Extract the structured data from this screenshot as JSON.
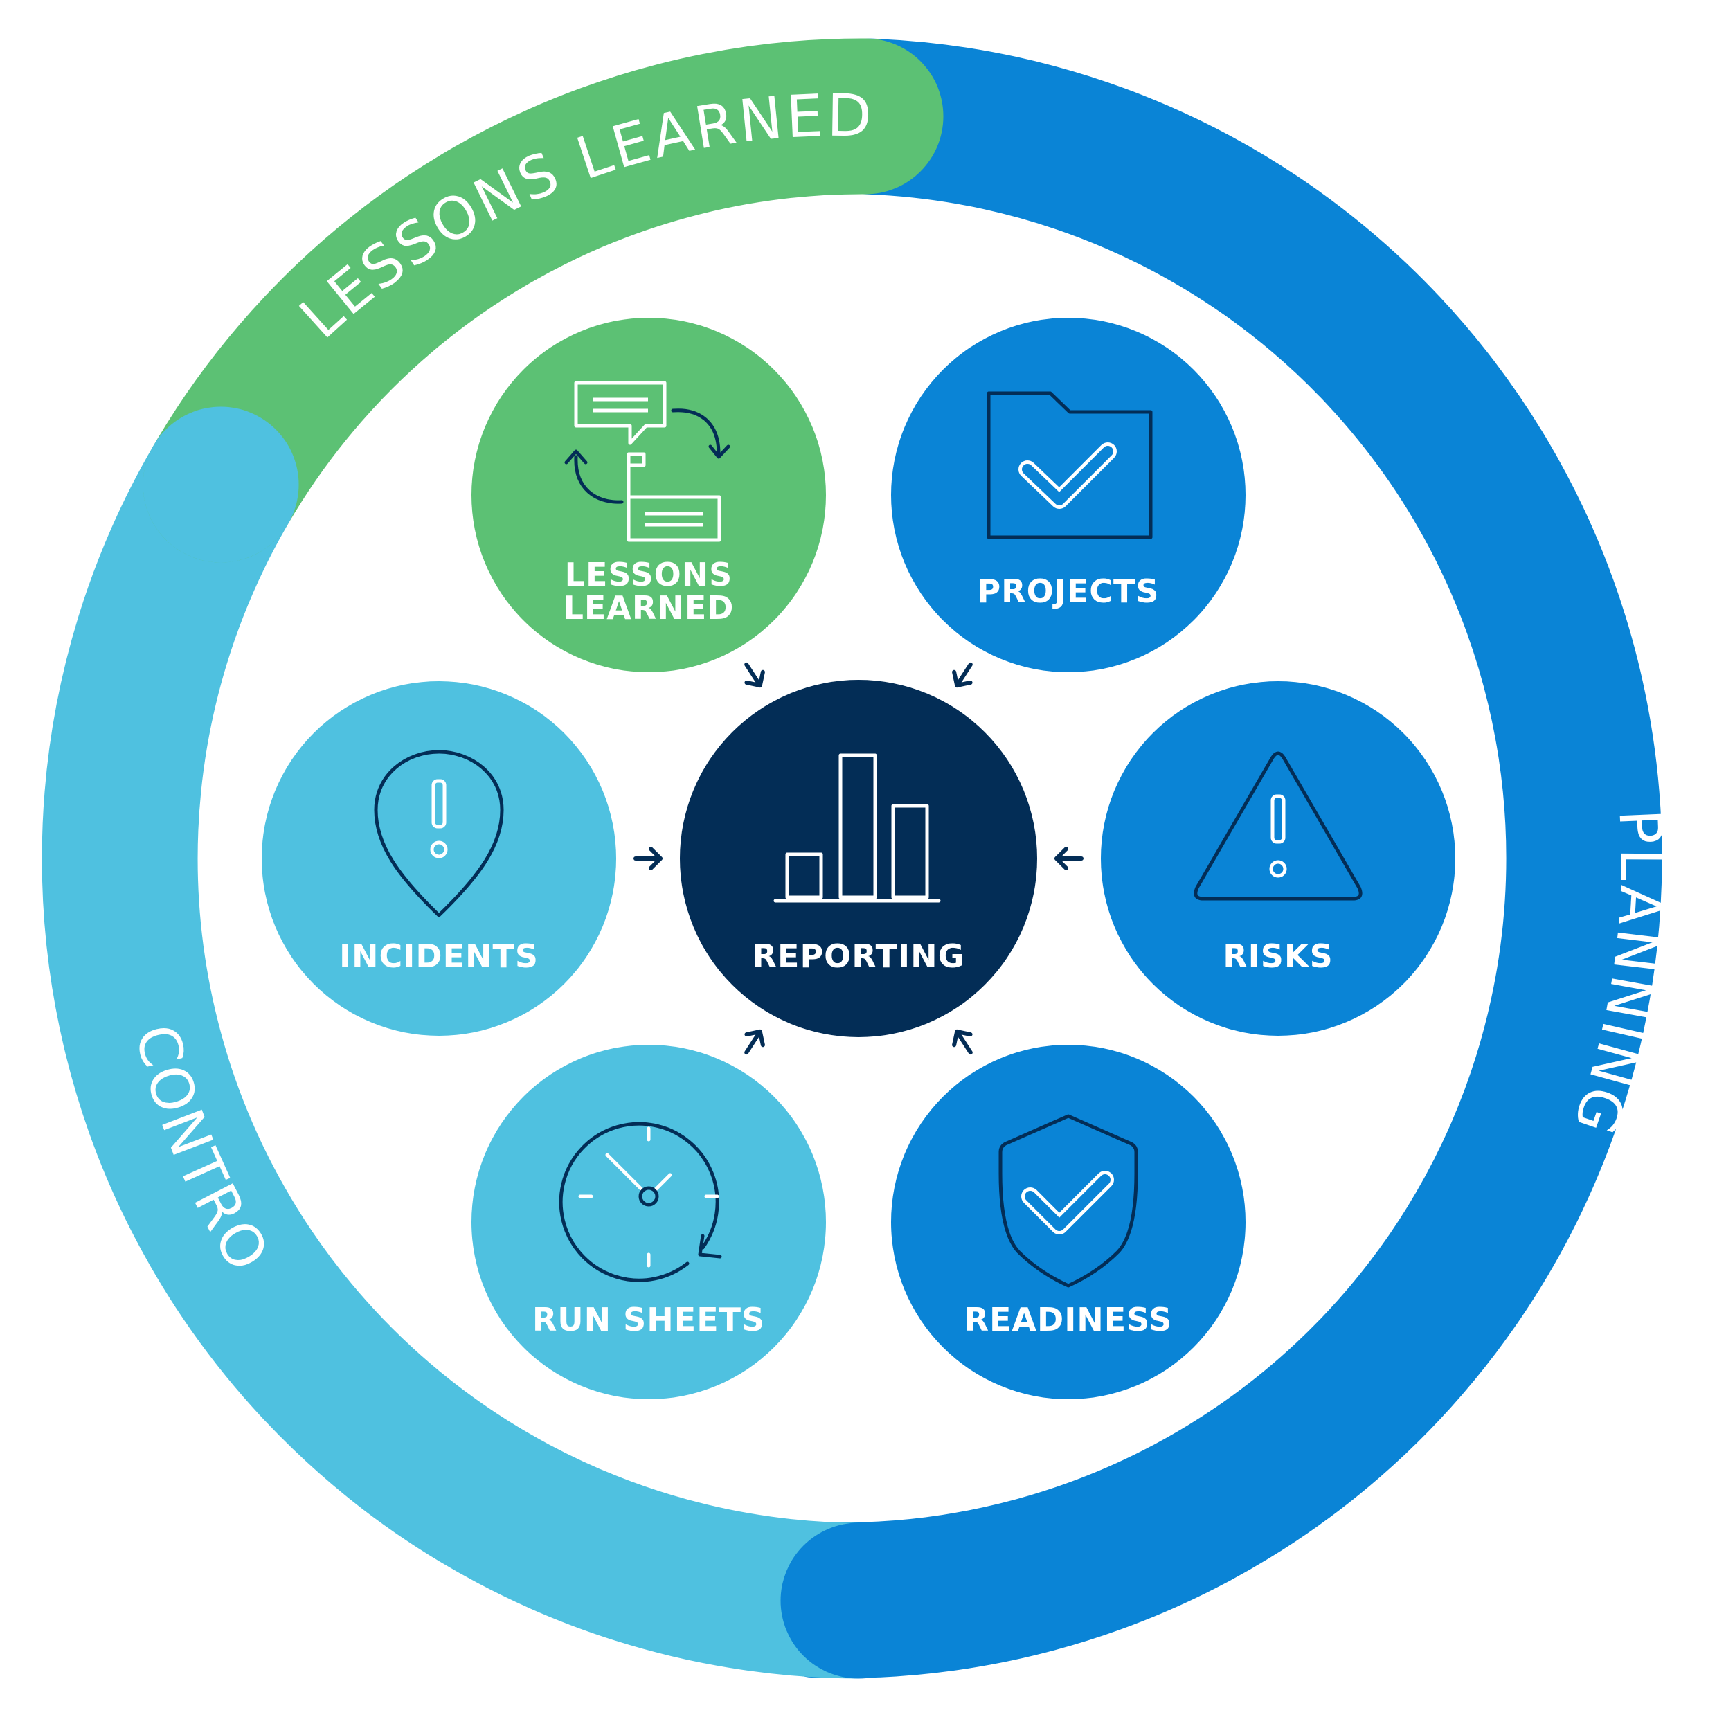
{
  "colors": {
    "green": "#5cc174",
    "planning_blue": "#0a84d6",
    "control_blue": "#4fc1e0",
    "navy": "#032d56",
    "white": "#ffffff"
  },
  "ring": {
    "lessons_learned": "LESSONS LEARNED",
    "planning": "PLANNING",
    "control": "CONTROL"
  },
  "nodes": {
    "lessons_learned": {
      "line1": "LESSONS",
      "line2": "LEARNED",
      "icon": "chat-exchange-icon"
    },
    "projects": {
      "label": "PROJECTS",
      "icon": "folder-check-icon"
    },
    "incidents": {
      "label": "INCIDENTS",
      "icon": "location-alert-icon"
    },
    "reporting": {
      "label": "REPORTING",
      "icon": "bar-chart-icon"
    },
    "risks": {
      "label": "RISKS",
      "icon": "warning-triangle-icon"
    },
    "run_sheets": {
      "label": "RUN SHEETS",
      "icon": "clock-icon"
    },
    "readiness": {
      "label": "READINESS",
      "icon": "shield-check-icon"
    }
  }
}
